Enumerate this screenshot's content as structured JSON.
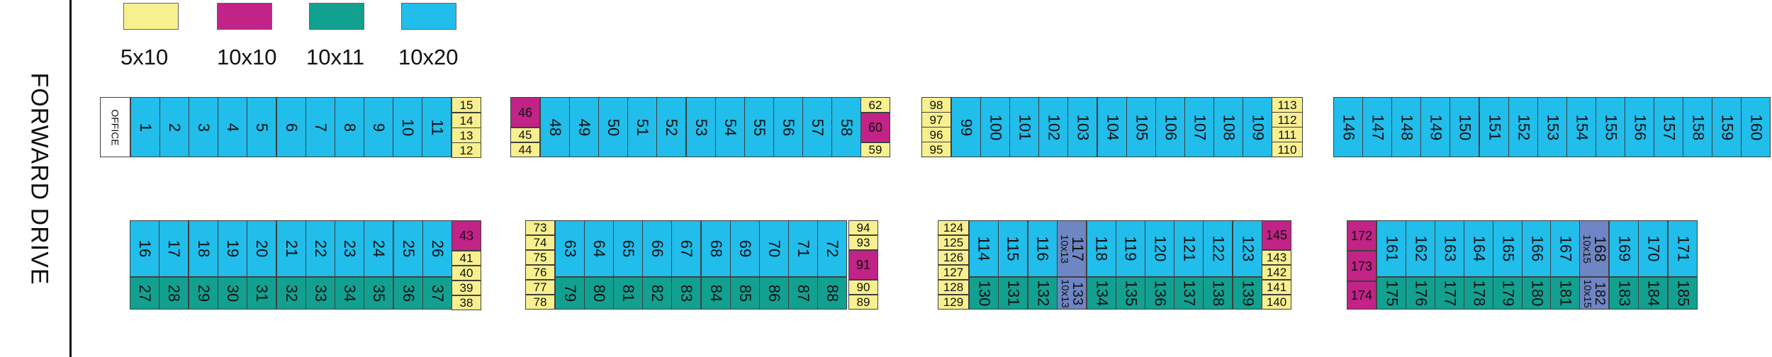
{
  "street": "FORWARD DRIVE",
  "colors": {
    "c5x10": "#F8F08F",
    "c10x10": "#C22387",
    "c10x11": "#12A190",
    "c10x20": "#21BDEB",
    "c10x15": "#6E86C3",
    "office": "#FFFFFF"
  },
  "legend": [
    {
      "key": "c5x10",
      "label": "5x10"
    },
    {
      "key": "c10x10",
      "label": "10x10"
    },
    {
      "key": "c10x11",
      "label": "10x11"
    },
    {
      "key": "c10x20",
      "label": "10x20"
    }
  ],
  "office_label": "OFFICE",
  "units": {
    "office": "OFFICE",
    "u1": "1",
    "u2": "2",
    "u3": "3",
    "u4": "4",
    "u5": "5",
    "u6": "6",
    "u7": "7",
    "u8": "8",
    "u9": "9",
    "u10": "10",
    "u11": "11",
    "u12": "12",
    "u13": "13",
    "u14": "14",
    "u15": "15",
    "u16": "16",
    "u17": "17",
    "u18": "18",
    "u19": "19",
    "u20": "20",
    "u21": "21",
    "u22": "22",
    "u23": "23",
    "u24": "24",
    "u25": "25",
    "u26": "26",
    "u27": "27",
    "u28": "28",
    "u29": "29",
    "u30": "30",
    "u31": "31",
    "u32": "32",
    "u33": "33",
    "u34": "34",
    "u35": "35",
    "u36": "36",
    "u37": "37",
    "u38": "38",
    "u39": "39",
    "u40": "40",
    "u41": "41",
    "u43": "43",
    "u44": "44",
    "u45": "45",
    "u46": "46",
    "u48": "48",
    "u49": "49",
    "u50": "50",
    "u51": "51",
    "u52": "52",
    "u53": "53",
    "u54": "54",
    "u55": "55",
    "u56": "56",
    "u57": "57",
    "u58": "58",
    "u59": "59",
    "u60": "60",
    "u62": "62",
    "u63": "63",
    "u64": "64",
    "u65": "65",
    "u66": "66",
    "u67": "67",
    "u68": "68",
    "u69": "69",
    "u70": "70",
    "u71": "71",
    "u72": "72",
    "u73": "73",
    "u74": "74",
    "u75": "75",
    "u76": "76",
    "u77": "77",
    "u78": "78",
    "u79": "79",
    "u80": "80",
    "u81": "81",
    "u82": "82",
    "u83": "83",
    "u84": "84",
    "u85": "85",
    "u86": "86",
    "u87": "87",
    "u88": "88",
    "u89": "89",
    "u90": "90",
    "u91": "91",
    "u93": "93",
    "u94": "94",
    "u95": "95",
    "u96": "96",
    "u97": "97",
    "u98": "98",
    "u99": "99",
    "u100": "100",
    "u101": "101",
    "u102": "102",
    "u103": "103",
    "u104": "104",
    "u105": "105",
    "u106": "106",
    "u107": "107",
    "u108": "108",
    "u109": "109",
    "u110": "110",
    "u111": "111",
    "u112": "112",
    "u113": "113",
    "u114": "114",
    "u115": "115",
    "u116": "116",
    "u117": "117",
    "u118": "118",
    "u119": "119",
    "u120": "120",
    "u121": "121",
    "u122": "122",
    "u123": "123",
    "u124": "124",
    "u125": "125",
    "u126": "126",
    "u127": "127",
    "u128": "128",
    "u129": "129",
    "u130": "130",
    "u131": "131",
    "u132": "132",
    "u133": "133",
    "u134": "134",
    "u135": "135",
    "u136": "136",
    "u137": "137",
    "u138": "138",
    "u139": "139",
    "u140": "140",
    "u141": "141",
    "u142": "142",
    "u143": "143",
    "u145": "145",
    "u146": "146",
    "u147": "147",
    "u148": "148",
    "u149": "149",
    "u150": "150",
    "u151": "151",
    "u152": "152",
    "u153": "153",
    "u154": "154",
    "u155": "155",
    "u156": "156",
    "u157": "157",
    "u158": "158",
    "u159": "159",
    "u160": "160",
    "u161": "161",
    "u162": "162",
    "u163": "163",
    "u164": "164",
    "u165": "165",
    "u166": "166",
    "u167": "167",
    "u168": "168",
    "u169": "169",
    "u170": "170",
    "u171": "171",
    "u172": "172",
    "u173": "173",
    "u174": "174",
    "u175": "175",
    "u176": "176",
    "u177": "177",
    "u178": "178",
    "u179": "179",
    "u180": "180",
    "u181": "181",
    "u182": "182",
    "u183": "183",
    "u184": "184",
    "u185": "185"
  },
  "size_notes": {
    "s117": "10x13",
    "s133": "10x13",
    "s168": "10x15",
    "s182": "10x15"
  }
}
